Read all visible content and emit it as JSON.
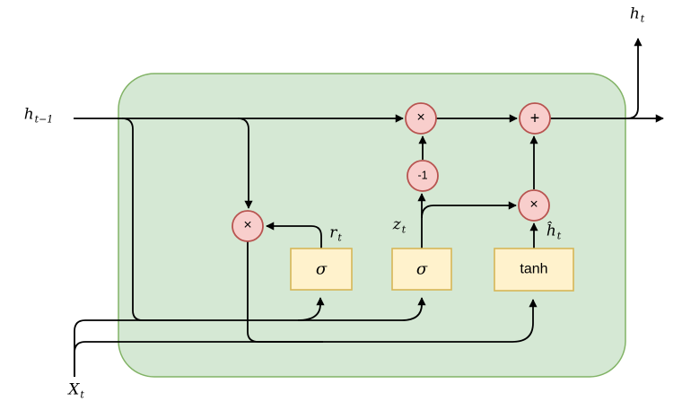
{
  "diagram": {
    "type": "gru-cell-flow-diagram",
    "colors": {
      "container_fill": "#d5e8d4",
      "container_stroke": "#82b366",
      "gate_fill": "#fff2cc",
      "gate_stroke": "#d6b656",
      "op_fill": "#f8cecc",
      "op_stroke": "#b85450",
      "line": "#000000",
      "text": "#000000"
    },
    "labels": {
      "h_prev": {
        "base": "h",
        "sub": "t−1"
      },
      "h_next": {
        "base": "h",
        "sub": "t"
      },
      "x_input": {
        "base": "X",
        "sub": "t"
      },
      "r_gate": {
        "base": "r",
        "sub": "t"
      },
      "z_gate": {
        "base": "z",
        "sub": "t"
      },
      "h_candidate": {
        "base": "ĥ",
        "sub": "t"
      }
    },
    "nodes": {
      "sigma_reset": "σ",
      "sigma_update": "σ",
      "tanh": "tanh",
      "mul_main": "×",
      "mul_candidate": "×",
      "mul_reset": "×",
      "add": "+",
      "neg_one": "-1"
    }
  }
}
